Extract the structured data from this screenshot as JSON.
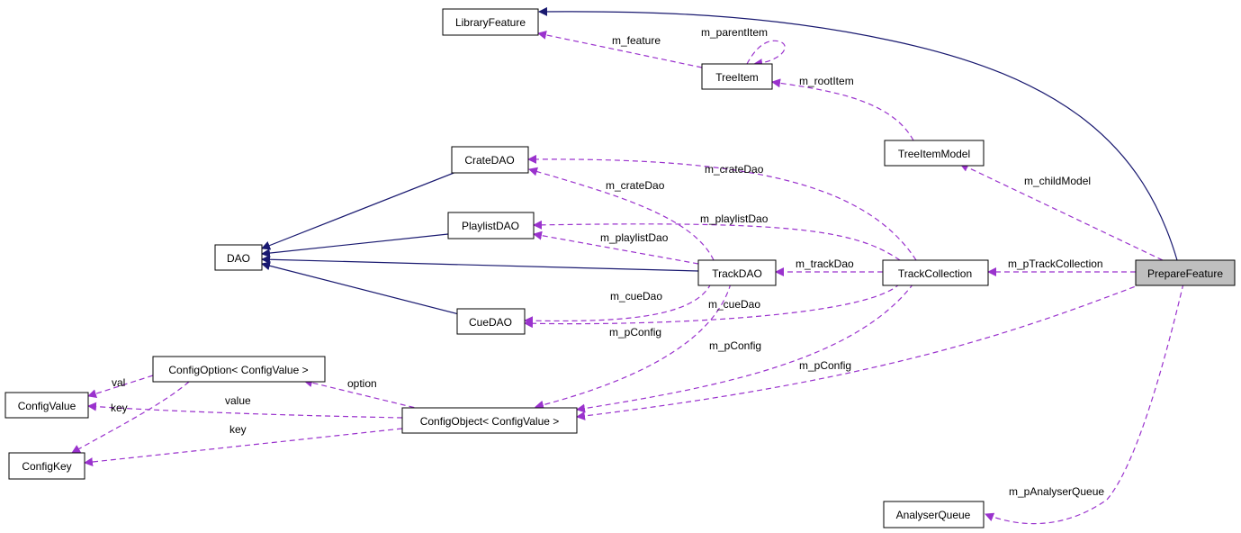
{
  "colors": {
    "inheritance_edge": "#191970",
    "usage_edge": "#9a32cd",
    "current_node_fill": "#bfbfbf",
    "node_fill": "#ffffff"
  },
  "nodes": {
    "library_feature": "LibraryFeature",
    "tree_item": "TreeItem",
    "tree_item_model": "TreeItemModel",
    "crate_dao": "CrateDAO",
    "playlist_dao": "PlaylistDAO",
    "dao": "DAO",
    "track_dao": "TrackDAO",
    "track_collection": "TrackCollection",
    "prepare_feature": "PrepareFeature",
    "cue_dao": "CueDAO",
    "config_option": "ConfigOption< ConfigValue >",
    "config_value": "ConfigValue",
    "config_object": "ConfigObject< ConfigValue >",
    "config_key": "ConfigKey",
    "analyser_queue": "AnalyserQueue"
  },
  "edge_labels": {
    "m_feature": "m_feature",
    "m_parent_item": "m_parentItem",
    "m_root_item": "m_rootItem",
    "m_child_model": "m_childModel",
    "m_crate_dao_tc": "m_crateDao",
    "m_crate_dao_td": "m_crateDao",
    "m_playlist_dao_tc": "m_playlistDao",
    "m_playlist_dao_td": "m_playlistDao",
    "m_track_dao": "m_trackDao",
    "m_p_track_collection": "m_pTrackCollection",
    "m_cue_dao_td": "m_cueDao",
    "m_cue_dao_tc": "m_cueDao",
    "m_p_config_td": "m_pConfig",
    "m_p_config_tc": "m_pConfig",
    "m_p_config_pf": "m_pConfig",
    "val": "val",
    "option": "option",
    "value": "value",
    "key_co": "key",
    "key_cobj": "key",
    "m_p_analyser_queue": "m_pAnalyserQueue"
  }
}
